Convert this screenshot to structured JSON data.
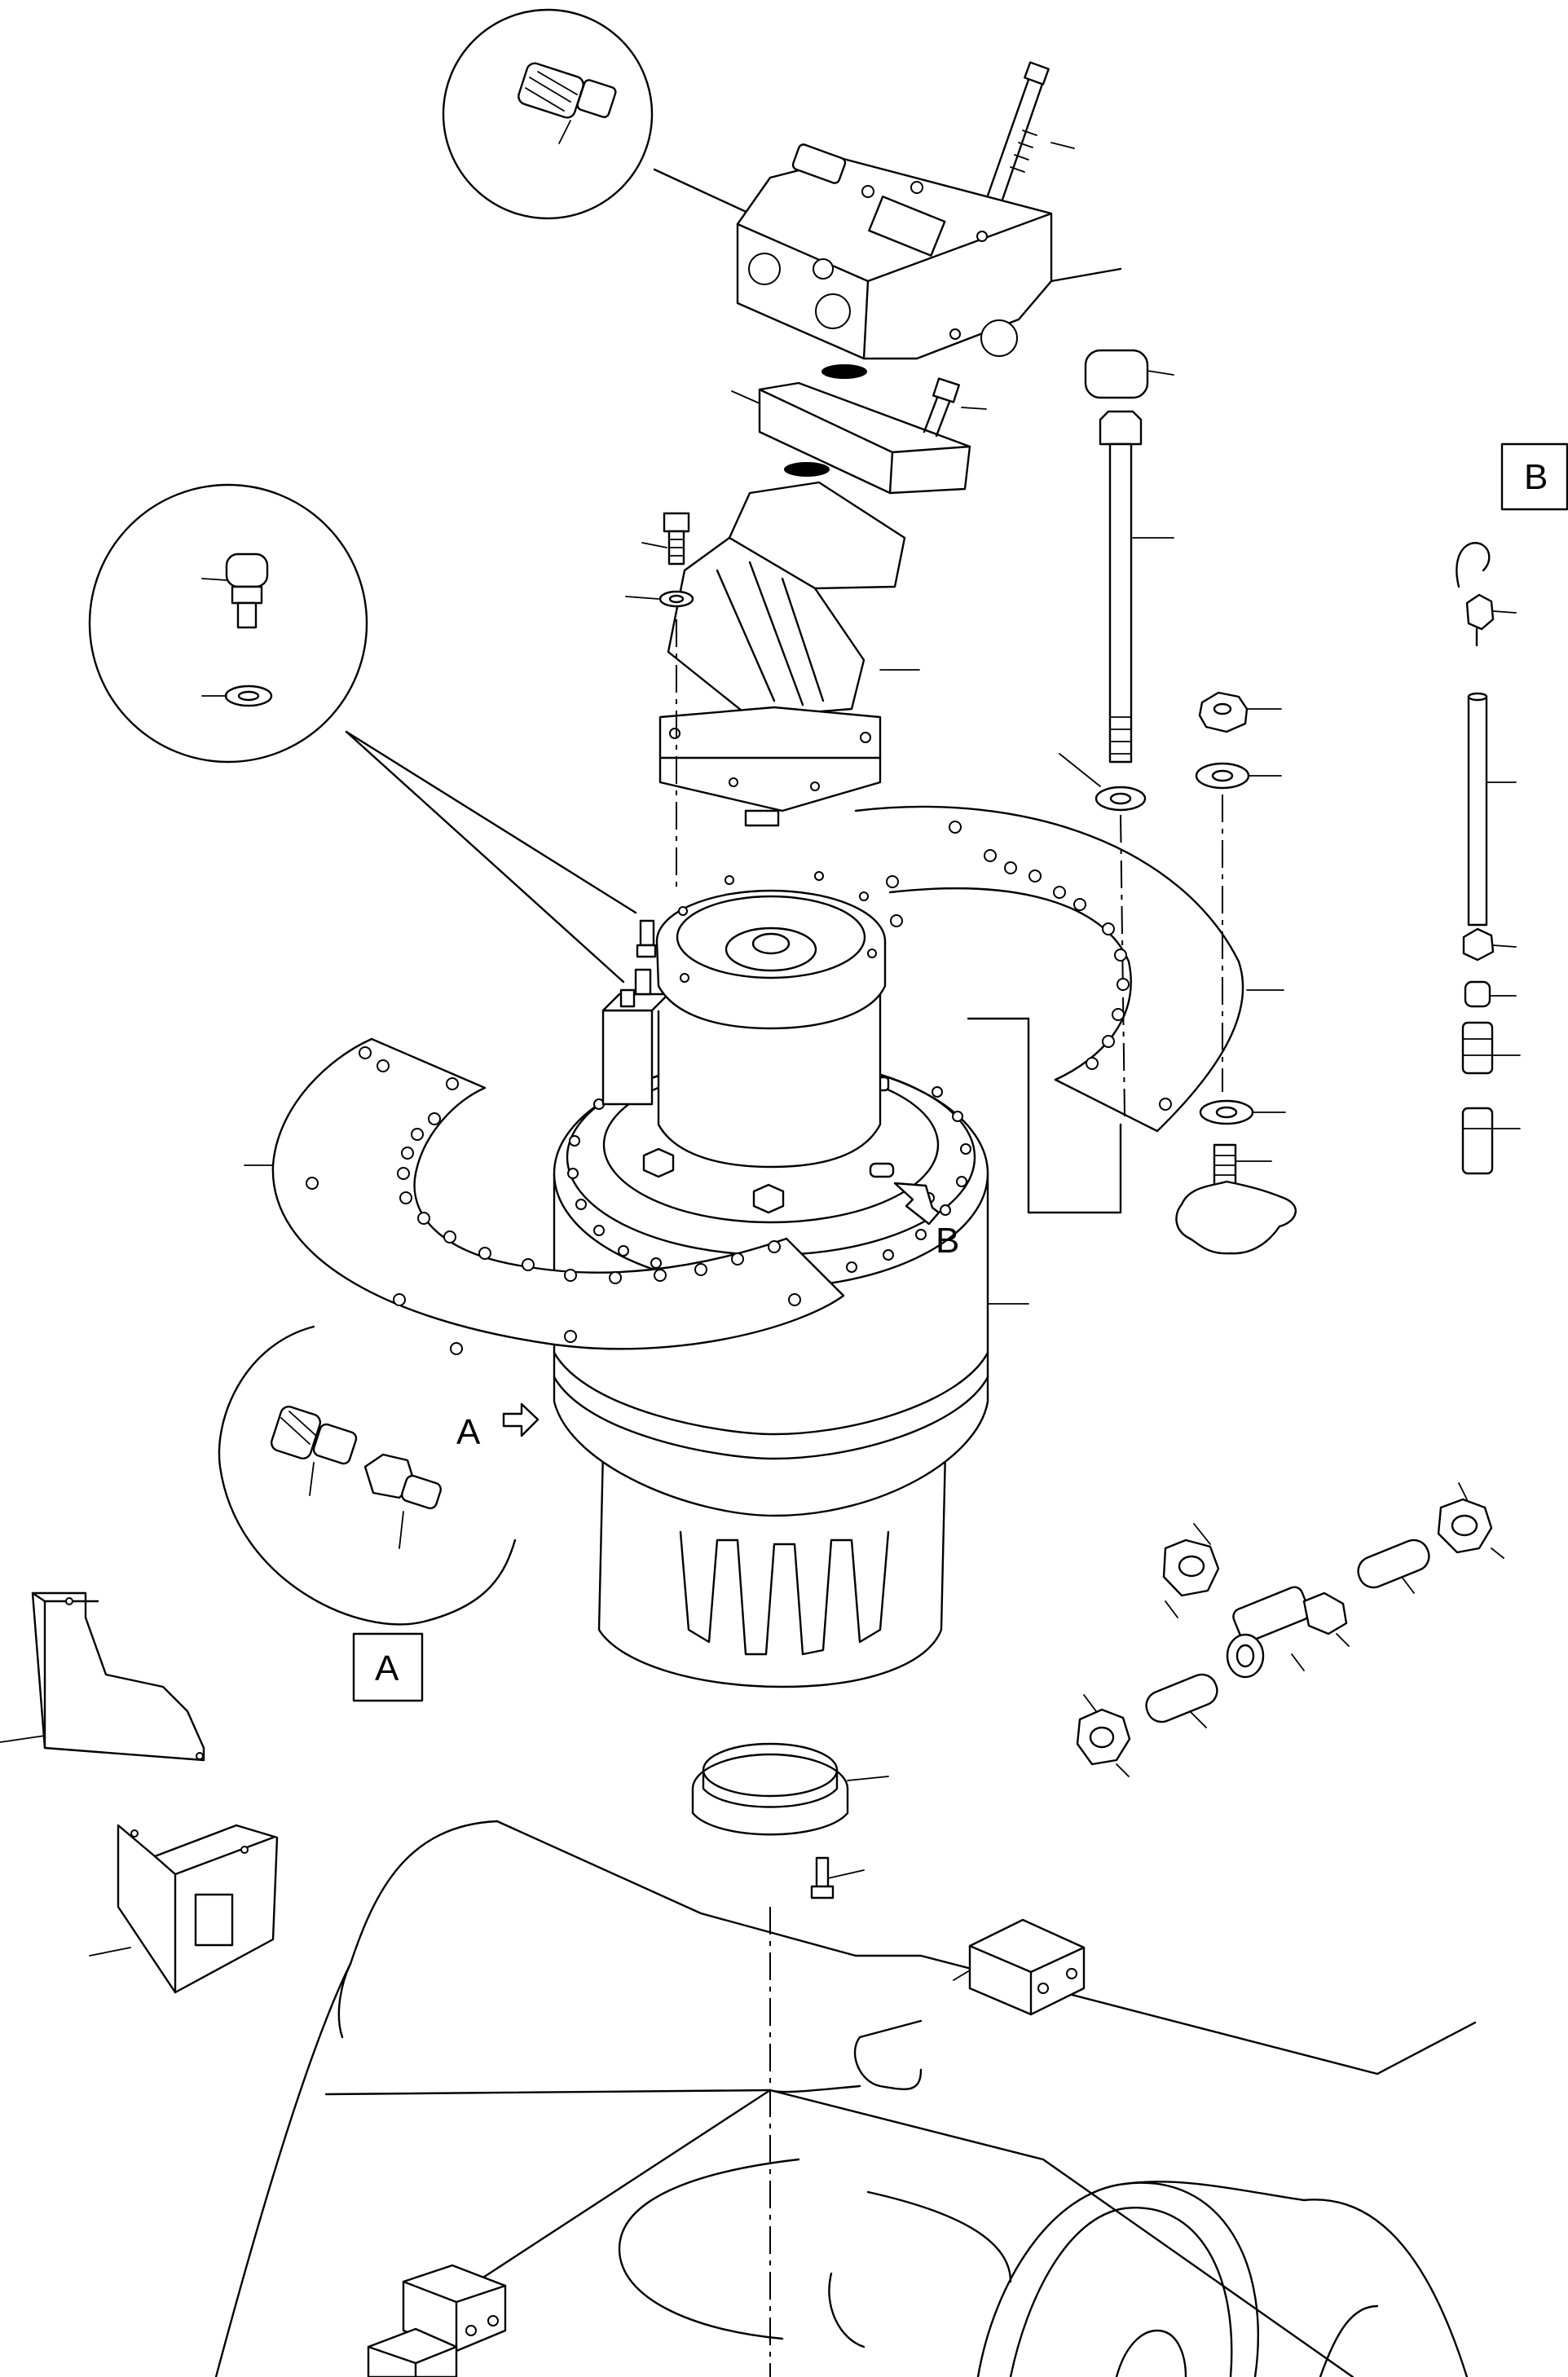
{
  "figure": {
    "detail_labels": {
      "A": "A",
      "B": "B"
    },
    "view_arrow_labels": {
      "A": "A",
      "B": "B"
    }
  }
}
